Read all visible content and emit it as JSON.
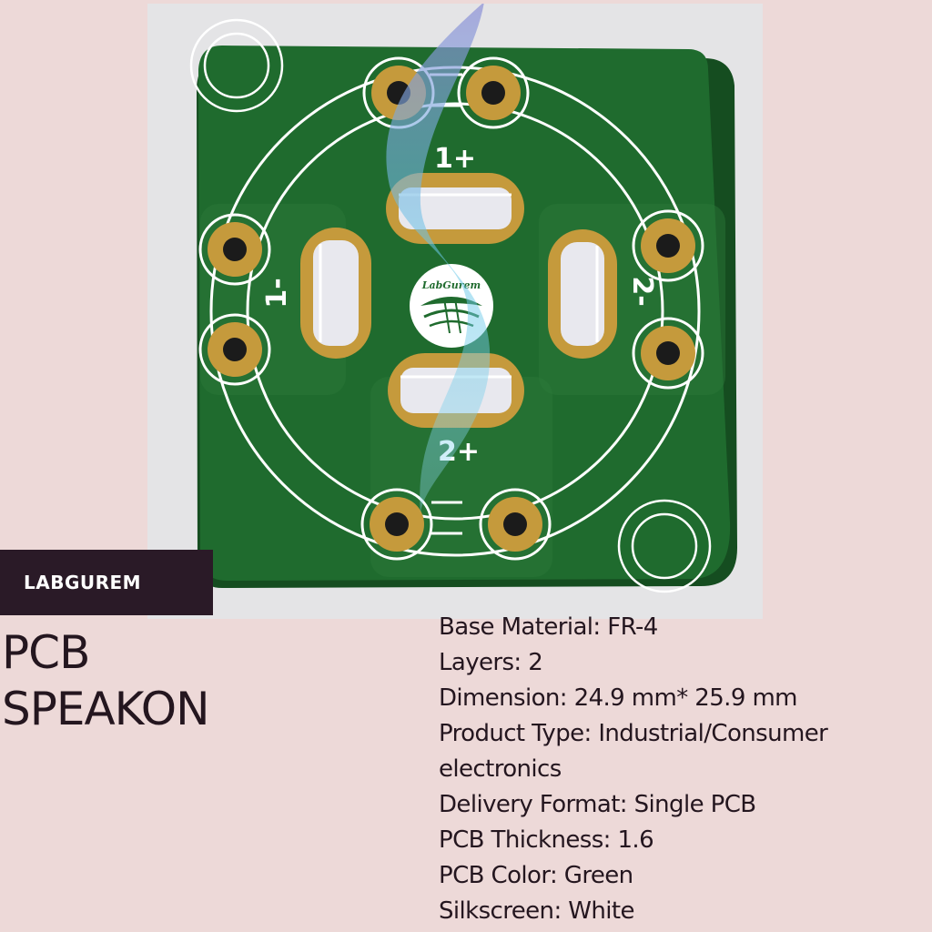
{
  "brand": "LABGUREM",
  "title": {
    "line1": "PCB",
    "line2": "SPEAKON"
  },
  "board": {
    "silkscreen": {
      "pad_1_plus": "1+",
      "pad_1_minus": "1-",
      "pad_2_plus": "2+",
      "pad_2_minus": "2-",
      "logo_text": "LabGurem"
    },
    "colors": {
      "solder_mask": "#1f6b2e",
      "copper": "#c59a3c",
      "silkscreen": "#ffffff"
    }
  },
  "specs": [
    {
      "text": "Base Material: FR-4"
    },
    {
      "text": "Layers: 2"
    },
    {
      "text": "Dimension: 24.9 mm* 25.9 mm"
    },
    {
      "text": "Product Type: Industrial/Consumer electronics"
    },
    {
      "text": "Delivery Format: Single PCB"
    },
    {
      "text": "PCB Thickness: 1.6"
    },
    {
      "text": "PCB Color: Green"
    },
    {
      "text": "Silkscreen: White"
    }
  ]
}
